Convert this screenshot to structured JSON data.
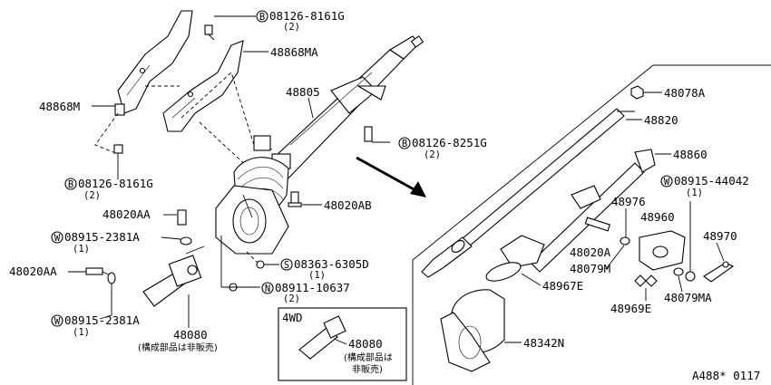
{
  "callouts": {
    "p08126_8161G_top": {
      "prefix": "B",
      "text": "08126-8161G",
      "qty": "(2)"
    },
    "p48868MA": {
      "text": "48868MA"
    },
    "p48868M": {
      "text": "48868M"
    },
    "p48805": {
      "text": "48805"
    },
    "p08126_8251G": {
      "prefix": "B",
      "text": "08126-8251G",
      "qty": "(2)"
    },
    "p08126_8161G_left": {
      "prefix": "B",
      "text": "08126-8161G",
      "qty": "(2)"
    },
    "p48020AB": {
      "text": "48020AB"
    },
    "p48020AA_top": {
      "text": "48020AA"
    },
    "p08915_2381A_top": {
      "prefix": "W",
      "text": "08915-2381A",
      "qty": "(1)"
    },
    "p48020AA_left": {
      "text": "48020AA"
    },
    "p08363_6305D": {
      "prefix": "S",
      "text": "08363-6305D",
      "qty": "(1)"
    },
    "p08911_10637": {
      "prefix": "N",
      "text": "08911-10637",
      "qty": "(2)"
    },
    "p08915_2381A_bot": {
      "prefix": "W",
      "text": "08915-2381A",
      "qty": "(1)"
    },
    "p48080": {
      "text": "48080",
      "note": "(構成部品は非販売)"
    },
    "p48078A": {
      "text": "48078A"
    },
    "p48820": {
      "text": "48820"
    },
    "p48860": {
      "text": "48860"
    },
    "p08915_44042": {
      "prefix": "W",
      "text": "08915-44042",
      "qty": "(1)"
    },
    "p48976": {
      "text": "48976"
    },
    "p48960": {
      "text": "48960"
    },
    "p48020A": {
      "text": "48020A"
    },
    "p48970": {
      "text": "48970"
    },
    "p48079M": {
      "text": "48079M"
    },
    "p48967E": {
      "text": "48967E"
    },
    "p48079MA": {
      "text": "48079MA"
    },
    "p48969E": {
      "text": "48969E"
    },
    "p48342N": {
      "text": "48342N"
    }
  },
  "inset": {
    "title": "4WD",
    "part": "48080",
    "note_line1": "(構成部品は",
    "note_line2": "非販売)"
  },
  "figure_code": "A488* 0117"
}
